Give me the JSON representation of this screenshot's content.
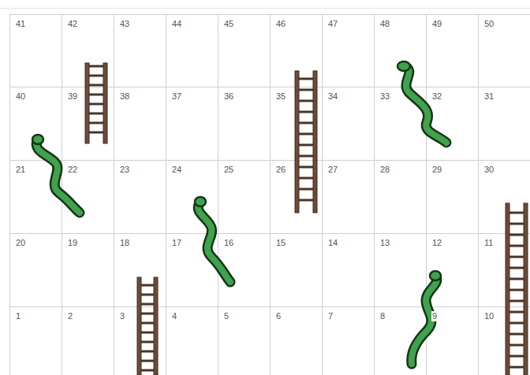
{
  "diagram": {
    "labels": [
      "41",
      "42",
      "43",
      "44",
      "45",
      "46",
      "47",
      "48",
      "49",
      "50",
      "40",
      "39",
      "38",
      "37",
      "36",
      "35",
      "34",
      "33",
      "32",
      "31",
      "21",
      "22",
      "23",
      "24",
      "25",
      "26",
      "27",
      "28",
      "29",
      "30",
      "20",
      "19",
      "18",
      "17",
      "16",
      "15",
      "14",
      "13",
      "12",
      "11",
      "1",
      "2",
      "3",
      "4",
      "5",
      "6",
      "7",
      "8",
      "9",
      "10"
    ]
  }
}
